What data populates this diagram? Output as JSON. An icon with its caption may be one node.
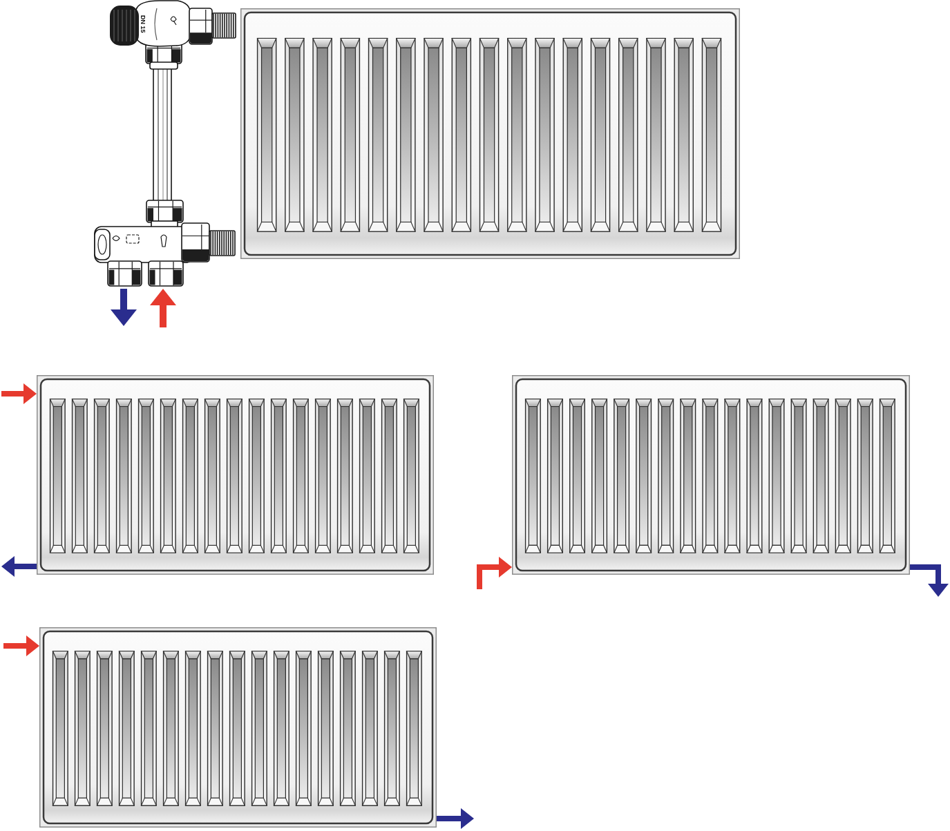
{
  "diagram": {
    "nodes": [
      {
        "text": [
          "DN 15"
        ]
      },
      {
        "text": [],
        "shape": "picture"
      },
      {
        "text": [],
        "shape": "picture"
      },
      {
        "text": [],
        "shape": "picture"
      },
      {
        "text": [],
        "shape": "picture"
      }
    ],
    "edges": [
      {
        "from": 0,
        "to": null,
        "arrow": "to",
        "color": "#2a2d8e"
      },
      {
        "from": null,
        "to": 0,
        "arrow": "to",
        "color": "#e63a2e"
      },
      {
        "from": null,
        "to": 2,
        "arrow": "to",
        "color": "#e63a2e"
      },
      {
        "from": 2,
        "to": null,
        "arrow": "to",
        "color": "#2a2d8e"
      },
      {
        "from": null,
        "to": 3,
        "arrow": "to",
        "color": "#e63a2e"
      },
      {
        "from": 3,
        "to": null,
        "arrow": "to",
        "color": "#2a2d8e"
      },
      {
        "from": null,
        "to": 4,
        "arrow": "to",
        "color": "#e63a2e"
      },
      {
        "from": 4,
        "to": null,
        "arrow": "to",
        "color": "#2a2d8e"
      }
    ]
  }
}
